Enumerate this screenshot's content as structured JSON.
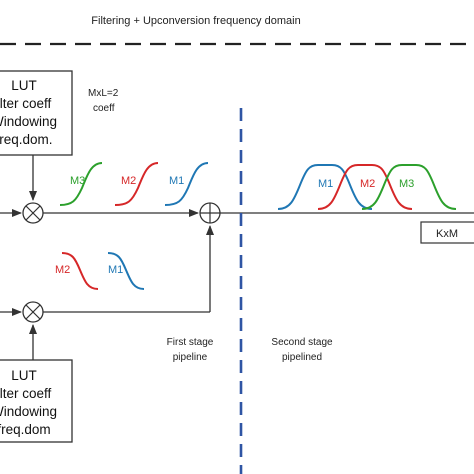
{
  "title": "Filtering + Upconversion frequency domain",
  "lut_top": {
    "lines": [
      "LUT",
      "ilter coeff",
      "Windowing",
      "freq.dom."
    ]
  },
  "lut_bottom": {
    "lines": [
      "LUT",
      "ilter coeff",
      "Windowing",
      "freq.dom"
    ]
  },
  "coeff_note": {
    "line1": "MxL=2",
    "line2": "coeff"
  },
  "first_stage": {
    "line1": "First stage",
    "line2": "pipeline"
  },
  "second_stage": {
    "line1": "Second stage",
    "line2": "pipelined"
  },
  "output_label": "KxM",
  "top_signals": [
    {
      "label": "M3",
      "color": "#2ca02c"
    },
    {
      "label": "M2",
      "color": "#d62728"
    },
    {
      "label": "M1",
      "color": "#1f77b4"
    }
  ],
  "bottom_signals": [
    {
      "label": "M2",
      "color": "#d62728"
    },
    {
      "label": "M1",
      "color": "#1f77b4"
    }
  ],
  "output_signals": [
    {
      "label": "M1",
      "color": "#1f77b4"
    },
    {
      "label": "M2",
      "color": "#d62728"
    },
    {
      "label": "M3",
      "color": "#2ca02c"
    }
  ],
  "colors": {
    "stage_divider": "#2f55a4",
    "line": "#333333"
  }
}
